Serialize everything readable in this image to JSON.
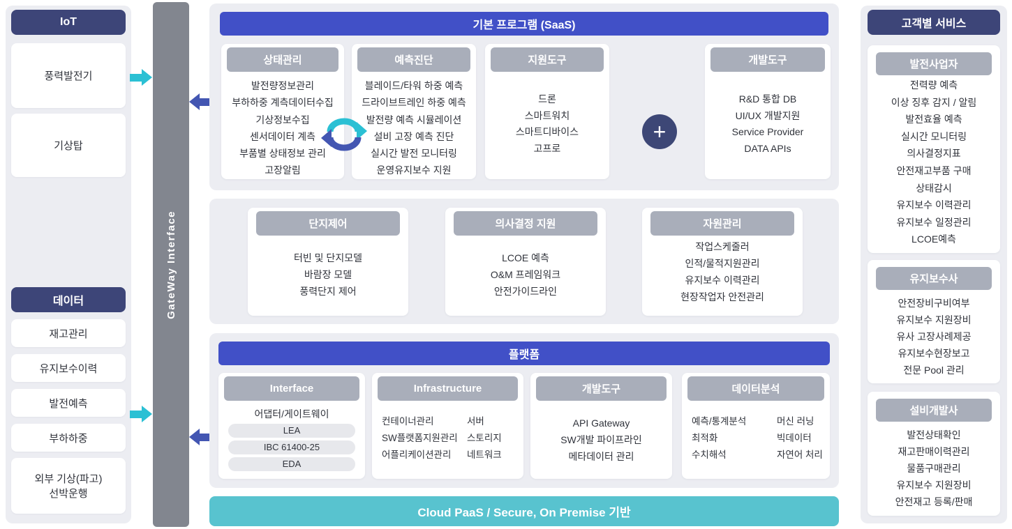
{
  "colors": {
    "navy_header": "#3d4578",
    "section_blue": "#4150c7",
    "sub_header_gray": "#a9aeba",
    "gateway_gray": "#82868f",
    "teal": "#58c3cf",
    "cyan_arrow": "#2bc0d4",
    "blue_arrow": "#4356b2",
    "panel_bg": "#ecedf2",
    "plus_circle": "#3d4776"
  },
  "left_panel": {
    "iot": {
      "title": "IoT",
      "items": [
        "풍력발전기",
        "기상탑"
      ]
    },
    "data": {
      "title": "데이터",
      "items": [
        "재고관리",
        "유지보수이력",
        "발전예측",
        "부하하중",
        "외부 기상(파고)\n선박운행"
      ]
    }
  },
  "gateway": {
    "label": "GateWay Interface"
  },
  "saas": {
    "title": "기본 프로그램 (SaaS)",
    "boxes": [
      {
        "title": "상태관리",
        "items": [
          "발전량정보관리",
          "부하하중 계측데이터수집",
          "기상정보수집",
          "센서데이터 계측",
          "부품별 상태정보 관리",
          "고장알림"
        ]
      },
      {
        "title": "예측진단",
        "items": [
          "블레이드/타워 하중 예측",
          "드라이브트레인 하중 예측",
          "발전량 예측 시뮬레이션",
          "설비 고장 예측 진단",
          "실시간 발전 모니터링",
          "운영유지보수 지원"
        ]
      },
      {
        "title": "지원도구",
        "items": [
          "드론",
          "스마트워치",
          "스마트디바이스",
          "고프로"
        ]
      },
      {
        "title": "개발도구",
        "items": [
          "R&D 통합 DB",
          "UI/UX 개발지원",
          "Service Provider",
          "DATA APIs"
        ]
      }
    ],
    "icons": {
      "plus": "+",
      "sync": "sync-arrows"
    }
  },
  "middle": {
    "boxes": [
      {
        "title": "단지제어",
        "items": [
          "터빈 및 단지모델",
          "바람장 모델",
          "풍력단지 제어"
        ]
      },
      {
        "title": "의사결정 지원",
        "items": [
          "LCOE 예측",
          "O&M 프레임워크",
          "안전가이드라인"
        ]
      },
      {
        "title": "자원관리",
        "items": [
          "작업스케줄러",
          "인적/물적지원관리",
          "유지보수 이력관리",
          "현장작업자 안전관리"
        ]
      }
    ]
  },
  "platform": {
    "title": "플랫폼",
    "interface": {
      "title": "Interface",
      "lead": "어댑터/게이트웨이",
      "pills": [
        "LEA",
        "IBC 61400-25",
        "EDA"
      ]
    },
    "infrastructure": {
      "title": "Infrastructure",
      "col1": [
        "컨테이너관리",
        "SW플랫폼지원관리",
        "어플리케이션관리"
      ],
      "col2": [
        "서버",
        "스토리지",
        "네트워크"
      ]
    },
    "devtools": {
      "title": "개발도구",
      "items": [
        "API Gateway",
        "SW개발 파이프라인",
        "메타데이터 관리"
      ]
    },
    "analytics": {
      "title": "데이터분석",
      "col1": [
        "예측/통계분석",
        "최적화",
        "수치해석"
      ],
      "col2": [
        "머신 러닝",
        "빅데이터",
        "자연어 처리"
      ]
    }
  },
  "foundation": {
    "label": "Cloud PaaS / Secure, On Premise 기반"
  },
  "right_panel": {
    "title": "고객별 서비스",
    "groups": [
      {
        "title": "발전사업자",
        "items": [
          "전력량 예측",
          "이상 징후 감지 / 알림",
          "발전효율 예측",
          "실시간 모니터링",
          "의사결정지표",
          "안전재고부품 구매",
          "상태감시",
          "유지보수 이력관리",
          "유지보수 일정관리",
          "LCOE예측"
        ]
      },
      {
        "title": "유지보수사",
        "items": [
          "안전장비구비여부",
          "유지보수 지원장비",
          "유사 고장사례제공",
          "유지보수현장보고",
          "전문 Pool 관리"
        ]
      },
      {
        "title": "설비개발사",
        "items": [
          "발전상태확인",
          "재고판매이력관리",
          "물품구매관리",
          "유지보수 지원장비",
          "안전재고 등록/판매"
        ]
      }
    ]
  }
}
